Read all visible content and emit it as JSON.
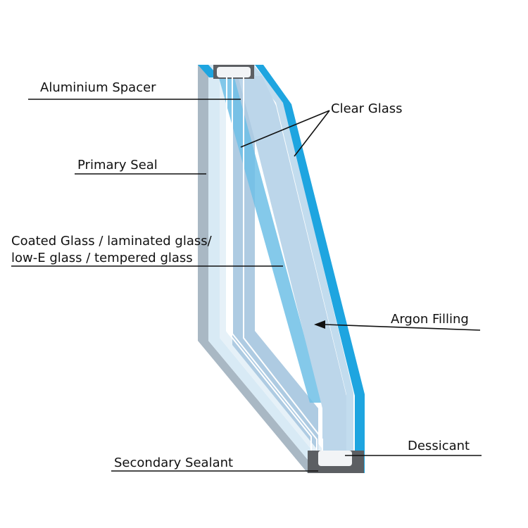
{
  "labels": {
    "aluminium_spacer": "Aluminium Spacer",
    "clear_glass": "Clear Glass",
    "primary_seal": "Primary Seal",
    "coated_glass_line1": "Coated Glass / laminated glass/",
    "coated_glass_line2": "low-E glass / tempered glass",
    "argon_filling": "Argon Filling",
    "dessicant": "Dessicant",
    "secondary_sealant": "Secondary Sealant"
  },
  "colors": {
    "clear_glass_edge": "#1ea5e0",
    "clear_glass_face": "#c2dcee",
    "coated_glass_edge": "#6fbfe6",
    "cavity": "#aecbe2",
    "inner_face": "#d8eaf5",
    "primary_seal": "#a9b8c4",
    "sealant": "#5c5f63",
    "spacer": "#f2f4f6",
    "leader_line": "#111111"
  }
}
